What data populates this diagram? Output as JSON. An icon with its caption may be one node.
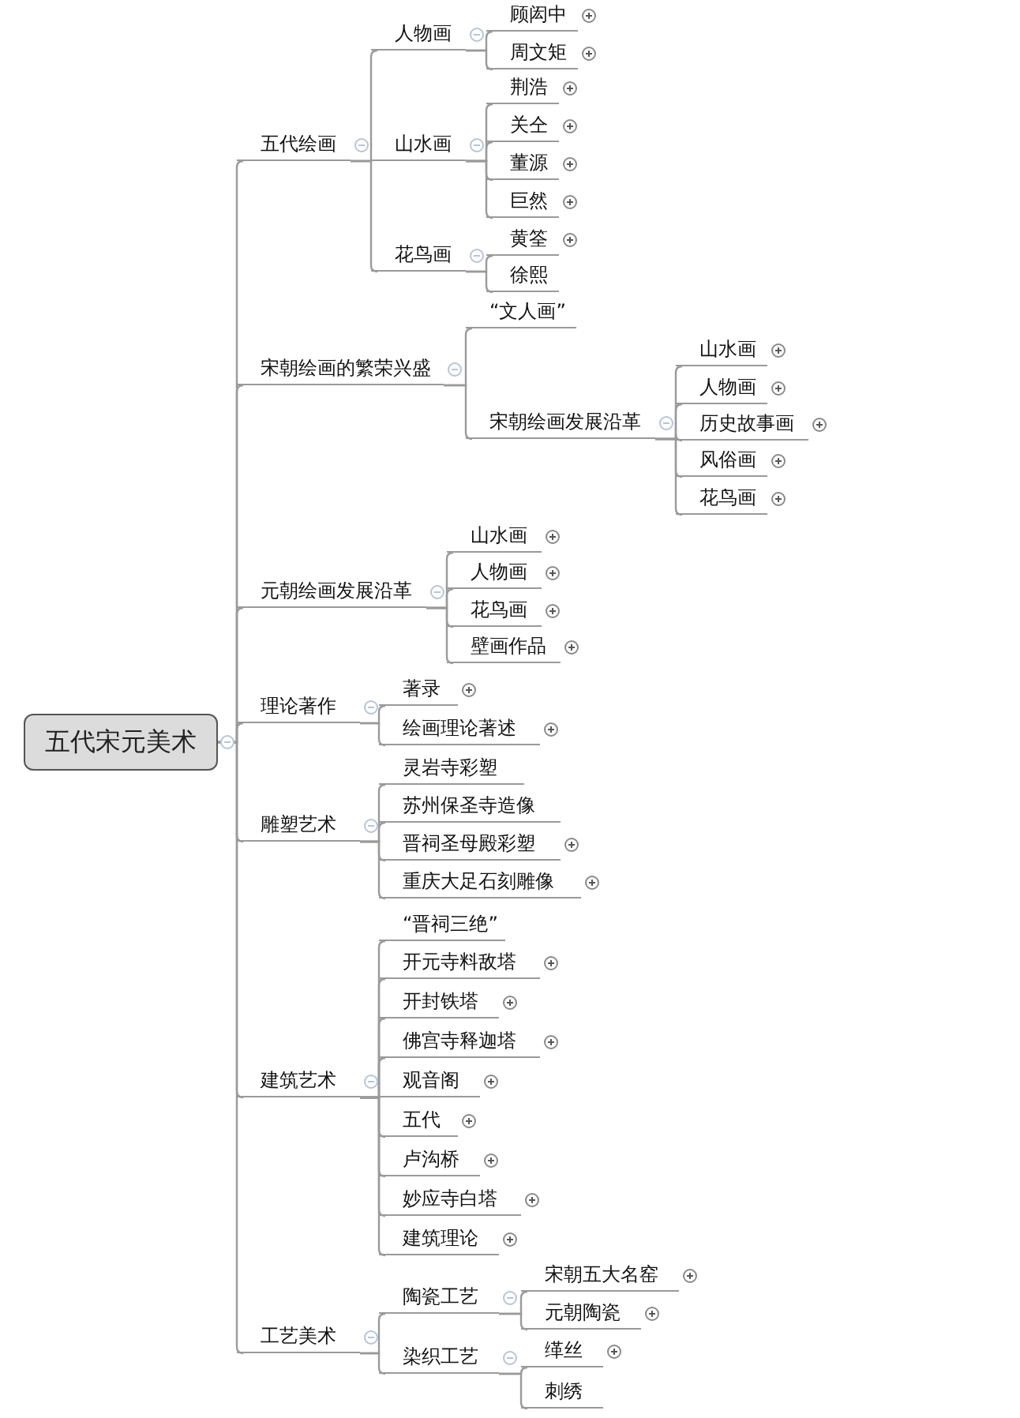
{
  "diagram": {
    "nodes": [
      {
        "text": [
          "五代宋元美术"
        ]
      },
      {
        "text": [
          "五代绘画"
        ]
      },
      {
        "text": [
          "人物画"
        ]
      },
      {
        "text": [
          "顾闳中"
        ]
      },
      {
        "text": [
          "周文矩"
        ]
      },
      {
        "text": [
          "山水画"
        ]
      },
      {
        "text": [
          "荆浩"
        ]
      },
      {
        "text": [
          "关仝"
        ]
      },
      {
        "text": [
          "董源"
        ]
      },
      {
        "text": [
          "巨然"
        ]
      },
      {
        "text": [
          "花鸟画"
        ]
      },
      {
        "text": [
          "黄筌"
        ]
      },
      {
        "text": [
          "徐熙"
        ]
      },
      {
        "text": [
          "宋朝绘画的繁荣兴盛"
        ]
      },
      {
        "text": [
          "“文人画”"
        ]
      },
      {
        "text": [
          "宋朝绘画发展沿革"
        ]
      },
      {
        "text": [
          "山水画"
        ]
      },
      {
        "text": [
          "人物画"
        ]
      },
      {
        "text": [
          "历史故事画"
        ]
      },
      {
        "text": [
          "风俗画"
        ]
      },
      {
        "text": [
          "花鸟画"
        ]
      },
      {
        "text": [
          "元朝绘画发展沿革"
        ]
      },
      {
        "text": [
          "山水画"
        ]
      },
      {
        "text": [
          "人物画"
        ]
      },
      {
        "text": [
          "花鸟画"
        ]
      },
      {
        "text": [
          "壁画作品"
        ]
      },
      {
        "text": [
          "理论著作"
        ]
      },
      {
        "text": [
          "著录"
        ]
      },
      {
        "text": [
          "绘画理论著述"
        ]
      },
      {
        "text": [
          "雕塑艺术"
        ]
      },
      {
        "text": [
          "灵岩寺彩塑"
        ]
      },
      {
        "text": [
          "苏州保圣寺造像"
        ]
      },
      {
        "text": [
          "晋祠圣母殿彩塑"
        ]
      },
      {
        "text": [
          "重庆大足石刻雕像"
        ]
      },
      {
        "text": [
          "建筑艺术"
        ]
      },
      {
        "text": [
          "“晋祠三绝”"
        ]
      },
      {
        "text": [
          "开元寺料敌塔"
        ]
      },
      {
        "text": [
          "开封铁塔"
        ]
      },
      {
        "text": [
          "佛宫寺释迦塔"
        ]
      },
      {
        "text": [
          "观音阁"
        ]
      },
      {
        "text": [
          "五代"
        ]
      },
      {
        "text": [
          "卢沟桥"
        ]
      },
      {
        "text": [
          "妙应寺白塔"
        ]
      },
      {
        "text": [
          "建筑理论"
        ]
      },
      {
        "text": [
          "工艺美术"
        ]
      },
      {
        "text": [
          "陶瓷工艺"
        ]
      },
      {
        "text": [
          "宋朝五大名窑"
        ]
      },
      {
        "text": [
          "元朝陶瓷"
        ]
      },
      {
        "text": [
          "染织工艺"
        ]
      },
      {
        "text": [
          "缂丝"
        ]
      },
      {
        "text": [
          "刺绣"
        ]
      }
    ],
    "edges": [
      {
        "from": 0,
        "to": 1,
        "arrow": "none"
      },
      {
        "from": 1,
        "to": 2,
        "arrow": "none"
      },
      {
        "from": 2,
        "to": 3,
        "arrow": "none"
      },
      {
        "from": 2,
        "to": 4,
        "arrow": "none"
      },
      {
        "from": 1,
        "to": 5,
        "arrow": "none"
      },
      {
        "from": 5,
        "to": 6,
        "arrow": "none"
      },
      {
        "from": 5,
        "to": 7,
        "arrow": "none"
      },
      {
        "from": 5,
        "to": 8,
        "arrow": "none"
      },
      {
        "from": 5,
        "to": 9,
        "arrow": "none"
      },
      {
        "from": 1,
        "to": 10,
        "arrow": "none"
      },
      {
        "from": 10,
        "to": 11,
        "arrow": "none"
      },
      {
        "from": 10,
        "to": 12,
        "arrow": "none"
      },
      {
        "from": 0,
        "to": 13,
        "arrow": "none"
      },
      {
        "from": 13,
        "to": 14,
        "arrow": "none"
      },
      {
        "from": 13,
        "to": 15,
        "arrow": "none"
      },
      {
        "from": 15,
        "to": 16,
        "arrow": "none"
      },
      {
        "from": 15,
        "to": 17,
        "arrow": "none"
      },
      {
        "from": 15,
        "to": 18,
        "arrow": "none"
      },
      {
        "from": 15,
        "to": 19,
        "arrow": "none"
      },
      {
        "from": 15,
        "to": 20,
        "arrow": "none"
      },
      {
        "from": 0,
        "to": 21,
        "arrow": "none"
      },
      {
        "from": 21,
        "to": 22,
        "arrow": "none"
      },
      {
        "from": 21,
        "to": 23,
        "arrow": "none"
      },
      {
        "from": 21,
        "to": 24,
        "arrow": "none"
      },
      {
        "from": 21,
        "to": 25,
        "arrow": "none"
      },
      {
        "from": 0,
        "to": 26,
        "arrow": "none"
      },
      {
        "from": 26,
        "to": 27,
        "arrow": "none"
      },
      {
        "from": 26,
        "to": 28,
        "arrow": "none"
      },
      {
        "from": 0,
        "to": 29,
        "arrow": "none"
      },
      {
        "from": 29,
        "to": 30,
        "arrow": "none"
      },
      {
        "from": 29,
        "to": 31,
        "arrow": "none"
      },
      {
        "from": 29,
        "to": 32,
        "arrow": "none"
      },
      {
        "from": 29,
        "to": 33,
        "arrow": "none"
      },
      {
        "from": 0,
        "to": 34,
        "arrow": "none"
      },
      {
        "from": 34,
        "to": 35,
        "arrow": "none"
      },
      {
        "from": 34,
        "to": 36,
        "arrow": "none"
      },
      {
        "from": 34,
        "to": 37,
        "arrow": "none"
      },
      {
        "from": 34,
        "to": 38,
        "arrow": "none"
      },
      {
        "from": 34,
        "to": 39,
        "arrow": "none"
      },
      {
        "from": 34,
        "to": 40,
        "arrow": "none"
      },
      {
        "from": 34,
        "to": 41,
        "arrow": "none"
      },
      {
        "from": 34,
        "to": 42,
        "arrow": "none"
      },
      {
        "from": 34,
        "to": 43,
        "arrow": "none"
      },
      {
        "from": 0,
        "to": 44,
        "arrow": "none"
      },
      {
        "from": 44,
        "to": 45,
        "arrow": "none"
      },
      {
        "from": 45,
        "to": 46,
        "arrow": "none"
      },
      {
        "from": 45,
        "to": 47,
        "arrow": "none"
      },
      {
        "from": 44,
        "to": 48,
        "arrow": "none"
      },
      {
        "from": 48,
        "to": 49,
        "arrow": "none"
      },
      {
        "from": 48,
        "to": 50,
        "arrow": "none"
      }
    ]
  }
}
